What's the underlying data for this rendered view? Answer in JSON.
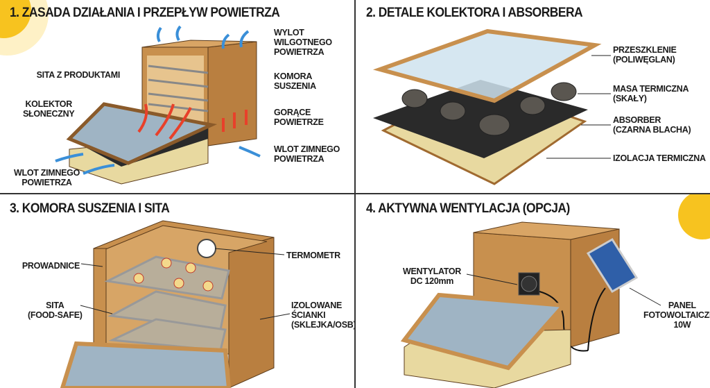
{
  "panels": [
    {
      "title": "1. ZASADA DZIAŁANIA I PRZEPŁYW POWIETRZA",
      "labels": {
        "outlet": [
          "WYLOT",
          "WILGOTNEGO",
          "POWIETRZA"
        ],
        "trays": "SITA Z PRODUKTAMI",
        "chamber": [
          "KOMORA",
          "SUSZENIA"
        ],
        "collector": [
          "KOLEKTOR",
          "SŁONECZNY"
        ],
        "hot_air": [
          "GORĄCE",
          "POWIETRZE"
        ],
        "inlet_right": [
          "WLOT ZIMNEGO",
          "POWIETRZA"
        ],
        "inlet_left": [
          "WLOT ZIMNEGO",
          "POWIETRZA"
        ]
      }
    },
    {
      "title": "2. DETALE KOLEKTORA I ABSORBERA",
      "labels": {
        "glazing": [
          "PRZESZKLENIE",
          "(POLIWĘGLAN)"
        ],
        "thermal_mass": [
          "MASA TERMICZNA",
          "(SKAŁY)"
        ],
        "absorber": [
          "ABSORBER",
          "(CZARNA BLACHA)"
        ],
        "insulation": "IZOLACJA TERMICZNA"
      }
    },
    {
      "title": "3. KOMORA SUSZENIA I SITA",
      "labels": {
        "guides": "PROWADNICE",
        "thermometer": "TERMOMETR",
        "trays": [
          "SITA",
          "(FOOD-SAFE)"
        ],
        "walls": [
          "IZOLOWANE",
          "ŚCIANKI",
          "(SKLEJKA/OSB)"
        ]
      }
    },
    {
      "title": "4. AKTYWNA WENTYLACJA (OPCJA)",
      "labels": {
        "fan": [
          "WENTYLATOR",
          "DC 120mm"
        ],
        "panel": [
          "PANEL",
          "FOTOWOLTAICZNY",
          "10W"
        ]
      }
    }
  ],
  "colors": {
    "wood": "#c8904e",
    "wood_dark": "#9a6430",
    "glass": "#cfe3ee",
    "absorber": "#2a2a2a",
    "insulation": "#e8d9a0",
    "hot_arrow": "#e8402a",
    "cold_arrow": "#3a8fd8",
    "sun": "#f7c31f"
  }
}
